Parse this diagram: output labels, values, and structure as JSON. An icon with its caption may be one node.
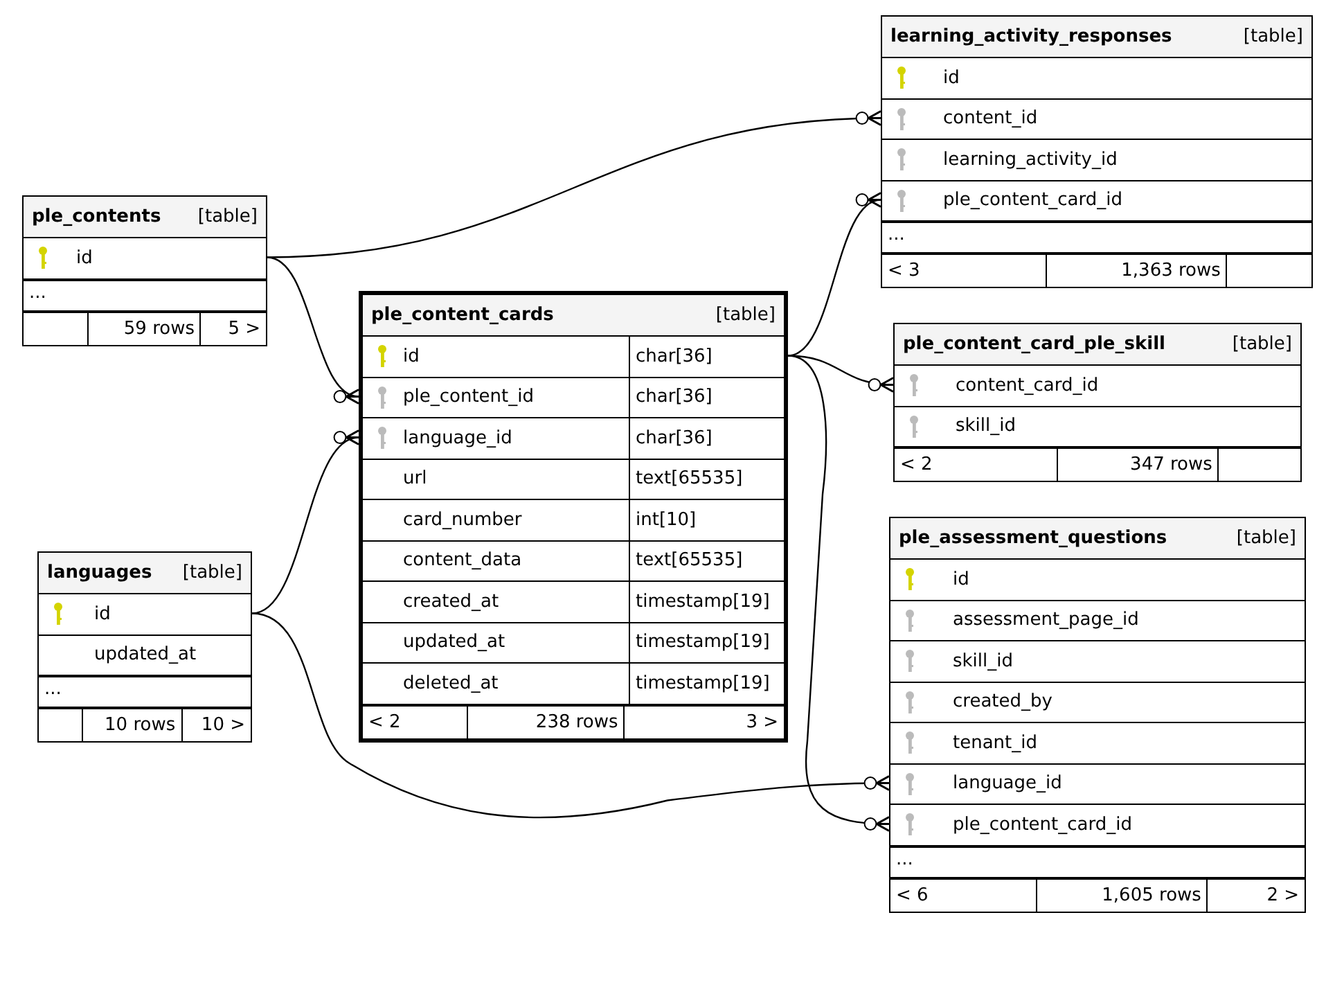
{
  "diagram": {
    "nodes": [
      {
        "text": [
          "learning_activity_responses",
          "[table]"
        ]
      },
      {
        "text": [
          "id"
        ],
        "in": 0
      },
      {
        "text": [
          "content_id"
        ],
        "in": 0
      },
      {
        "text": [
          "learning_activity_id"
        ],
        "in": 0
      },
      {
        "text": [
          "ple_content_card_id"
        ],
        "in": 0
      },
      {
        "text": [
          "..."
        ],
        "in": 0
      },
      {
        "text": [
          "< 3",
          "1,363 rows"
        ],
        "in": 0
      },
      {
        "text": [
          "ple_contents",
          "[table]"
        ]
      },
      {
        "text": [
          "id"
        ],
        "in": 7
      },
      {
        "text": [
          "..."
        ],
        "in": 7
      },
      {
        "text": [
          "59 rows",
          "5 >"
        ],
        "in": 7
      },
      {
        "text": [
          "ple_content_cards",
          "[table]"
        ]
      },
      {
        "text": [
          "id",
          "char[36]"
        ],
        "in": 11
      },
      {
        "text": [
          "ple_content_id",
          "char[36]"
        ],
        "in": 11
      },
      {
        "text": [
          "language_id",
          "char[36]"
        ],
        "in": 11
      },
      {
        "text": [
          "url",
          "text[65535]"
        ],
        "in": 11
      },
      {
        "text": [
          "card_number",
          "int[10]"
        ],
        "in": 11
      },
      {
        "text": [
          "content_data",
          "text[65535]"
        ],
        "in": 11
      },
      {
        "text": [
          "created_at",
          "timestamp[19]"
        ],
        "in": 11
      },
      {
        "text": [
          "updated_at",
          "timestamp[19]"
        ],
        "in": 11
      },
      {
        "text": [
          "deleted_at",
          "timestamp[19]"
        ],
        "in": 11
      },
      {
        "text": [
          "< 2",
          "238 rows",
          "3 >"
        ],
        "in": 11
      },
      {
        "text": [
          "ple_content_card_ple_skill",
          "[table]"
        ]
      },
      {
        "text": [
          "content_card_id"
        ],
        "in": 22
      },
      {
        "text": [
          "skill_id"
        ],
        "in": 22
      },
      {
        "text": [
          "< 2",
          "347 rows"
        ],
        "in": 22
      },
      {
        "text": [
          "ple_assessment_questions",
          "[table]"
        ]
      },
      {
        "text": [
          "id"
        ],
        "in": 26
      },
      {
        "text": [
          "assessment_page_id"
        ],
        "in": 26
      },
      {
        "text": [
          "skill_id"
        ],
        "in": 26
      },
      {
        "text": [
          "created_by"
        ],
        "in": 26
      },
      {
        "text": [
          "tenant_id"
        ],
        "in": 26
      },
      {
        "text": [
          "language_id"
        ],
        "in": 26
      },
      {
        "text": [
          "ple_content_card_id"
        ],
        "in": 26
      },
      {
        "text": [
          "..."
        ],
        "in": 26
      },
      {
        "text": [
          "< 6",
          "1,605 rows",
          "2 >"
        ],
        "in": 26
      },
      {
        "text": [
          "languages",
          "[table]"
        ]
      },
      {
        "text": [
          "id"
        ],
        "in": 36
      },
      {
        "text": [
          "updated_at"
        ],
        "in": 36
      },
      {
        "text": [
          "..."
        ],
        "in": 36
      },
      {
        "text": [
          "10 rows",
          "10 >"
        ],
        "in": 36
      }
    ],
    "edges": [
      {
        "from": 8,
        "to": 2,
        "arrow": "other"
      },
      {
        "from": 8,
        "to": 13,
        "arrow": "other"
      },
      {
        "from": 37,
        "to": 14,
        "arrow": "other"
      },
      {
        "from": 12,
        "to": 4,
        "arrow": "other"
      },
      {
        "from": 12,
        "to": 23,
        "arrow": "other"
      },
      {
        "from": 12,
        "to": 33,
        "arrow": "other"
      },
      {
        "from": 37,
        "to": 32,
        "arrow": "other"
      }
    ]
  }
}
